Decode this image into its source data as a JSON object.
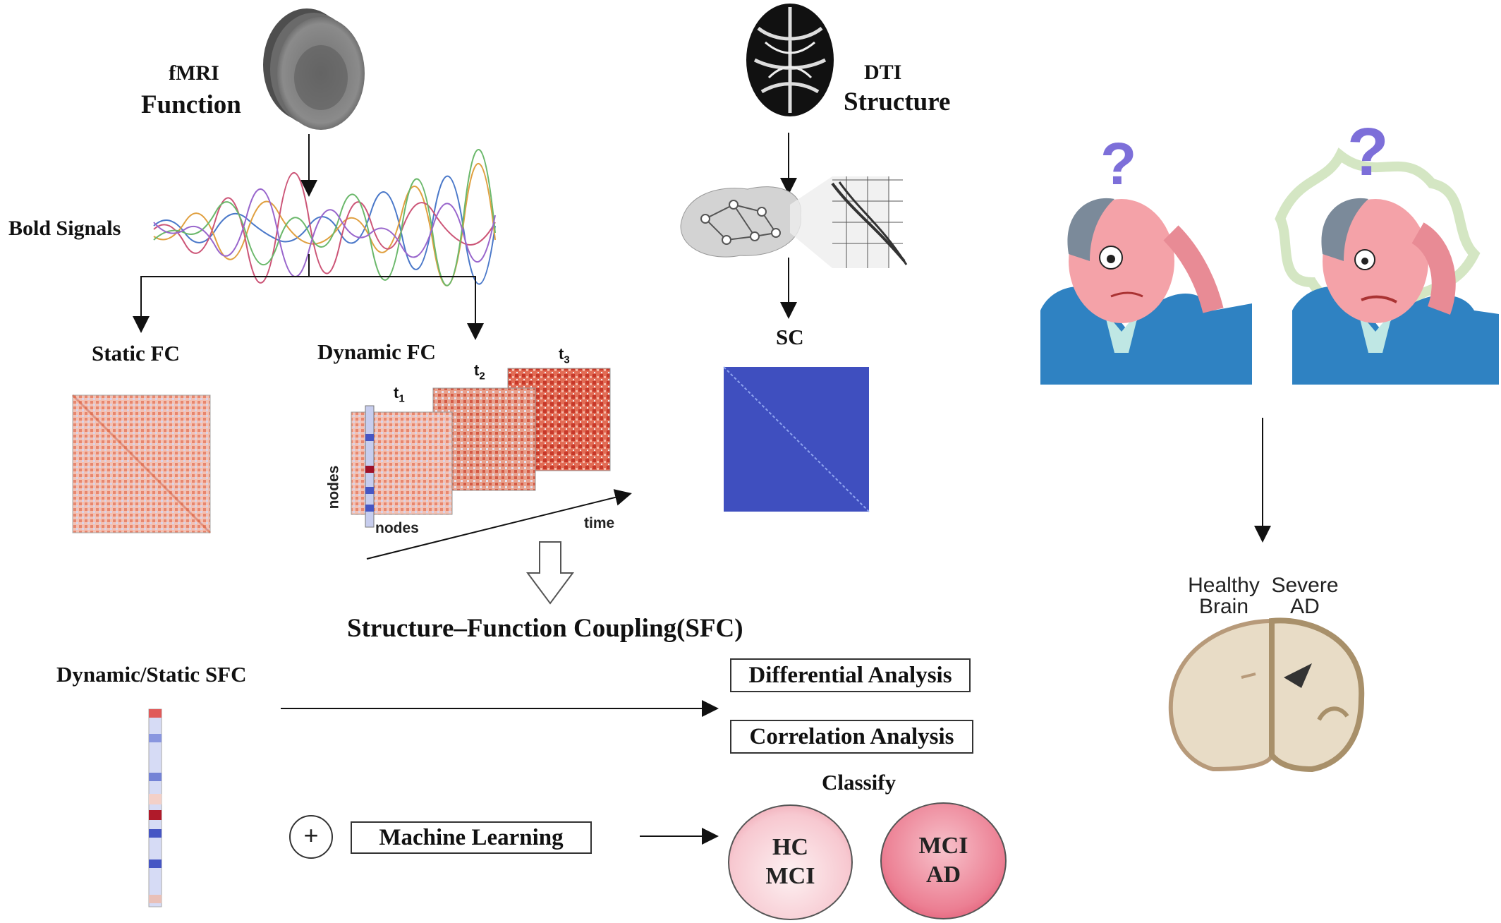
{
  "fmri": {
    "line1": "fMRI",
    "line2": "Function"
  },
  "dti": {
    "line1": "DTI",
    "line2": "Structure"
  },
  "bold_signals": "Bold Signals",
  "static_fc": "Static FC",
  "dynamic_fc": "Dynamic FC",
  "time_points": {
    "t1": "1",
    "t2": "2",
    "t3": "3",
    "t": "t"
  },
  "axis": {
    "nodes_y": "nodes",
    "nodes_x": "nodes",
    "time": "time"
  },
  "sc": "SC",
  "sfc_title": "Structure–Function Coupling(SFC)",
  "dynamic_static_sfc": "Dynamic/Static SFC",
  "differential_analysis": "Differential Analysis",
  "correlation_analysis": "Correlation Analysis",
  "plus": "+",
  "machine_learning": "Machine Learning",
  "classify": "Classify",
  "class_hc_mci": {
    "line1": "HC",
    "line2": "MCI"
  },
  "class_mci_ad": {
    "line1": "MCI",
    "line2": "AD"
  },
  "question_mark": "?",
  "brain_compare": {
    "healthy_line1": "Healthy",
    "healthy_line2": "Brain",
    "severe_line1": "Severe",
    "severe_line2": "AD"
  },
  "colors": {
    "fc_red": "#e2725b",
    "sc_blue": "#3f4fbf",
    "circle_pink_light": "#fbe3e6",
    "circle_pink_dark": "#e35673",
    "person_blue": "#2f82c2",
    "person_skin": "#f4a2a8",
    "question_purple": "#7d6fd9"
  }
}
